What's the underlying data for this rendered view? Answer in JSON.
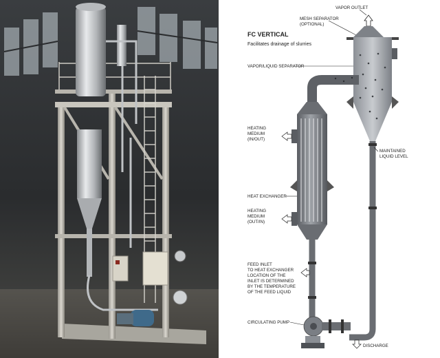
{
  "diagram": {
    "title": "FC VERTICAL",
    "subtitle": "Facilitates drainage of slurries",
    "labels": {
      "vapor_outlet": "VAPOR OUTLET",
      "mesh_separator_1": "MESH SEPARATOR",
      "mesh_separator_2": "(OPTIONAL)",
      "vapor_liquid_separator": "VAPOR/LIQUID SEPARATOR",
      "heating_medium_in_1": "HEATING",
      "heating_medium_in_2": "MEDIUM",
      "heating_medium_in_3": "(IN/OUT)",
      "maintained_level_1": "MAINTAINED",
      "maintained_level_2": "LIQUID LEVEL",
      "heat_exchanger": "HEAT EXCHANGER",
      "heating_medium_out_1": "HEATING",
      "heating_medium_out_2": "MEDIUM",
      "heating_medium_out_3": "(OUT/IN)",
      "feed_inlet_1": "FEED INLET",
      "feed_inlet_2": "TO HEAT EXCHANGER",
      "feed_inlet_3": "LOCATION OF THE",
      "feed_inlet_4": "INLET IS DETERMINED",
      "feed_inlet_5": "BY THE TEMPERATURE",
      "feed_inlet_6": "OF THE FEED LIQUID",
      "circulating_pump": "CIRCULATING PUMP",
      "discharge": "DISCHARGE"
    }
  },
  "colors": {
    "metal_dark": "#5a5d62",
    "metal_mid": "#8c9096",
    "metal_light": "#c4c7cb",
    "photo_bg": "#2a2c2e"
  }
}
